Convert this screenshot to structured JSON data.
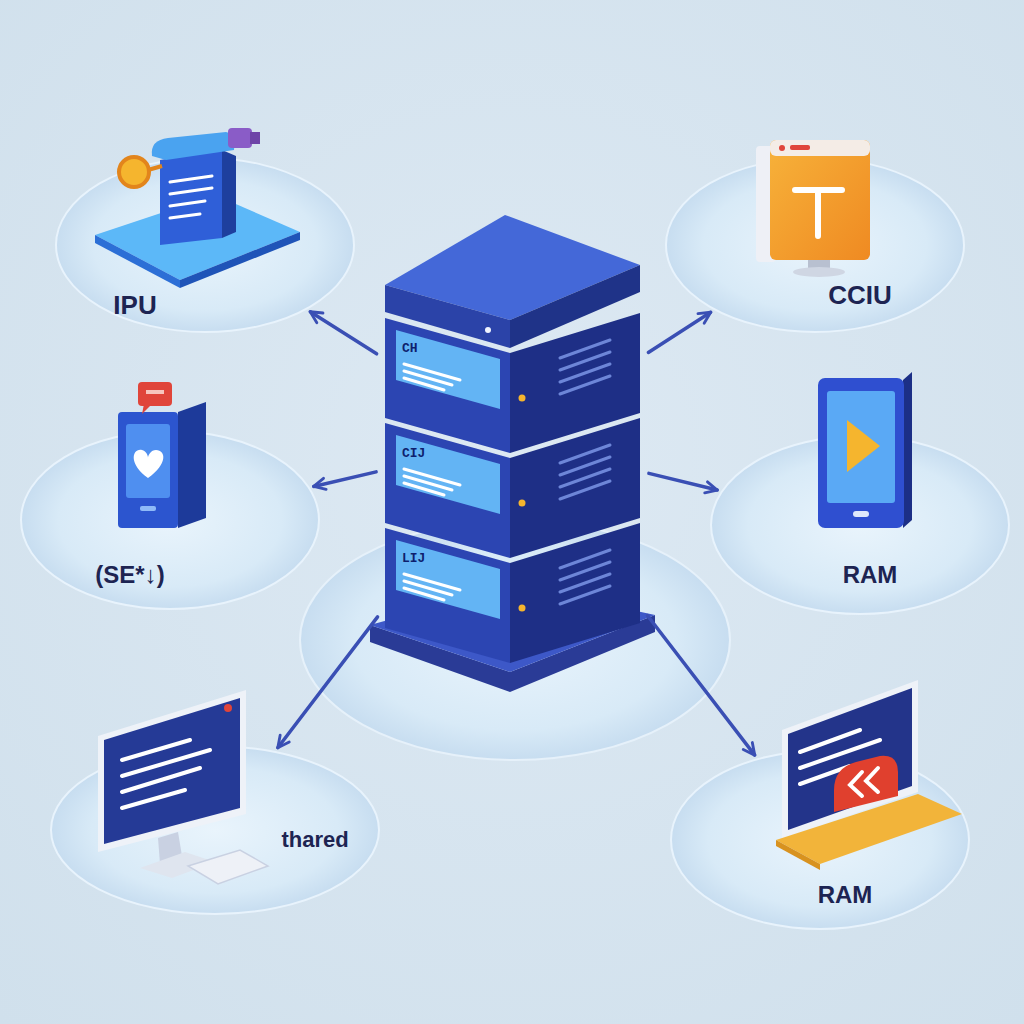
{
  "diagram": {
    "nodes": [
      {
        "text": [
          "CH",
          "CIJ",
          "LIJ"
        ]
      },
      {
        "text": [
          "IPU"
        ]
      },
      {
        "text": [
          "CCIU"
        ]
      },
      {
        "text": [
          "(SE*↓)"
        ]
      },
      {
        "text": [
          "RAM"
        ]
      },
      {
        "text": [
          "thared"
        ]
      },
      {
        "text": [
          "RAM"
        ]
      }
    ],
    "edges": [
      {
        "from": 0,
        "to": 1,
        "arrow": "to"
      },
      {
        "from": 0,
        "to": 2,
        "arrow": "to"
      },
      {
        "from": 0,
        "to": 3,
        "arrow": "to"
      },
      {
        "from": 0,
        "to": 4,
        "arrow": "to"
      },
      {
        "from": 0,
        "to": 5,
        "arrow": "to"
      },
      {
        "from": 0,
        "to": 6,
        "arrow": "to"
      }
    ]
  }
}
